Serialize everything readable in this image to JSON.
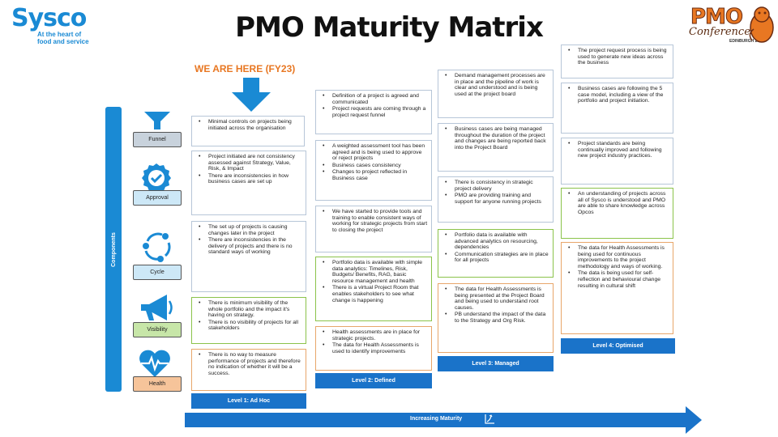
{
  "header": {
    "title": "PMO Maturity Matrix",
    "sysco": {
      "name": "Sysco",
      "tagline_1": "At the heart of",
      "tagline_2": "food and service"
    },
    "conference": {
      "name": "PMO",
      "sub": "Conference",
      "city": "EDINBURGH 2024"
    }
  },
  "we_are_here": "WE ARE HERE (FY23)",
  "components_label": "Components",
  "categories": [
    {
      "label": "Funnel",
      "icon": "funnel-icon",
      "color": "#c8d2dc"
    },
    {
      "label": "Approval",
      "icon": "award-badge-icon",
      "color": "#cde8f7"
    },
    {
      "label": "Cycle",
      "icon": "cycle-icon",
      "color": "#cde8f7"
    },
    {
      "label": "Visibility",
      "icon": "megaphone-icon",
      "color": "#c7e6a8"
    },
    {
      "label": "Health",
      "icon": "heartbeat-icon",
      "color": "#f6c49a"
    }
  ],
  "levels": [
    {
      "label": "Level 1: Ad Hoc",
      "boxes": [
        [
          "Minimal controls on projects being initiated across the organisation"
        ],
        [
          "Project initiated are not consistency assessed against Strategy, Value, Risk, & Impact",
          "There are inconsistencies in how business cases are set up"
        ],
        [
          "The set up of projects is causing changes later in the project",
          "There are inconsistencies in the delivery of projects and there is no standard ways of working"
        ],
        [
          "There is minimum visibility of the whole portfolio and the impact it's having on strategy.",
          "There is no visibility of projects for all stakeholders"
        ],
        [
          "There is no way to measure performance of projects and therefore no indication of whether it will be a success."
        ]
      ]
    },
    {
      "label": "Level 2: Defined",
      "boxes": [
        [
          "Definition of a project is agreed and communicated",
          "Project requests are coming through a project request funnel"
        ],
        [
          "A weighted assessment tool has been agreed and is being used to approve or reject projects",
          "Business cases consistency",
          "Changes to project reflected in Business case"
        ],
        [
          "We have started to provide tools and training to enable consistent ways of working for strategic projects from start to closing the project"
        ],
        [
          "Portfolio data is available with simple data analytics: Timelines, Risk, Budgets/ Benefits, RAG, basic resource management and health",
          "There is a virtual Project Room that enables stakeholders to see what change is happening"
        ],
        [
          "Health assessments are in place for strategic projects.",
          "The data for Health Assessments is used to identify improvements"
        ]
      ]
    },
    {
      "label": "Level 3: Managed",
      "boxes": [
        [
          "Demand management processes are in place and the pipeline of work is clear and understood and is being used at the project board"
        ],
        [
          "Business cases are being managed throughout the duration of the project and changes are being reported back into the Project Board"
        ],
        [
          "There is consistency in strategic project delivery",
          "PMO are providing training and support for anyone running projects"
        ],
        [
          "Portfolio data is available with advanced analytics on resourcing, dependencies",
          "Communication strategies are in place for all projects"
        ],
        [
          "The data for Health Assessments is being presented at the Project Board and being used to understand root causes.",
          "PB understand the impact of the data to the Strategy and Org Risk."
        ]
      ]
    },
    {
      "label": "Level 4: Optimised",
      "boxes": [
        [
          "The project request process is being used to generate new ideas across the business"
        ],
        [
          "Business cases are following the 5 case model, including a view of the portfolio and project initiation."
        ],
        [
          "Project standards are being continually improved and following new project industry practices."
        ],
        [
          "An understanding of projects across all of Sysco is understood and PMO are able to share knowledge across Opcos"
        ],
        [
          "The data for Health Assessments is being used for continuous improvements to the project methodology and ways of working.",
          "The data is being used for self-reflection and behavioural change resulting in cultural shift"
        ]
      ]
    }
  ],
  "maturity_label": "Increasing Maturity",
  "colors": {
    "accent_blue": "#1a8ad4",
    "level_blue": "#1a73c9",
    "orange": "#e87722"
  }
}
